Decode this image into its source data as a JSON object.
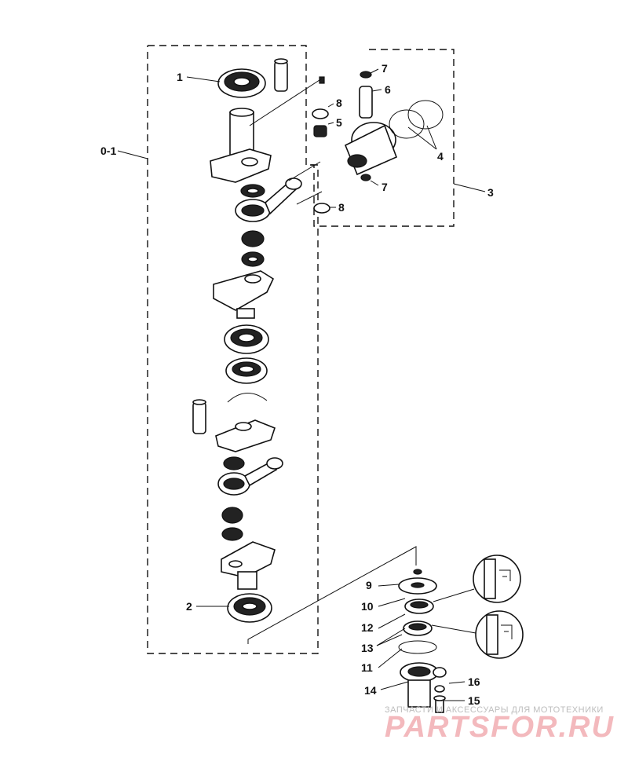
{
  "diagram": {
    "callouts": [
      {
        "id": "0-1",
        "text": "0-1"
      },
      {
        "id": "1",
        "text": "1"
      },
      {
        "id": "2",
        "text": "2"
      },
      {
        "id": "3",
        "text": "3"
      },
      {
        "id": "4",
        "text": "4"
      },
      {
        "id": "5",
        "text": "5"
      },
      {
        "id": "6",
        "text": "6"
      },
      {
        "id": "7a",
        "text": "7"
      },
      {
        "id": "7b",
        "text": "7"
      },
      {
        "id": "8a",
        "text": "8"
      },
      {
        "id": "8b",
        "text": "8"
      },
      {
        "id": "9",
        "text": "9"
      },
      {
        "id": "10",
        "text": "10"
      },
      {
        "id": "11",
        "text": "11"
      },
      {
        "id": "12",
        "text": "12"
      },
      {
        "id": "13",
        "text": "13"
      },
      {
        "id": "14",
        "text": "14"
      },
      {
        "id": "15",
        "text": "15"
      },
      {
        "id": "16",
        "text": "16"
      }
    ]
  },
  "watermark": {
    "tagline": "ЗАПЧАСТИ И АКСЕССУАРЫ ДЛЯ МОТОТЕХНИКИ",
    "brand": "PARTSFOR.RU",
    "color": "#f3b9bd"
  }
}
